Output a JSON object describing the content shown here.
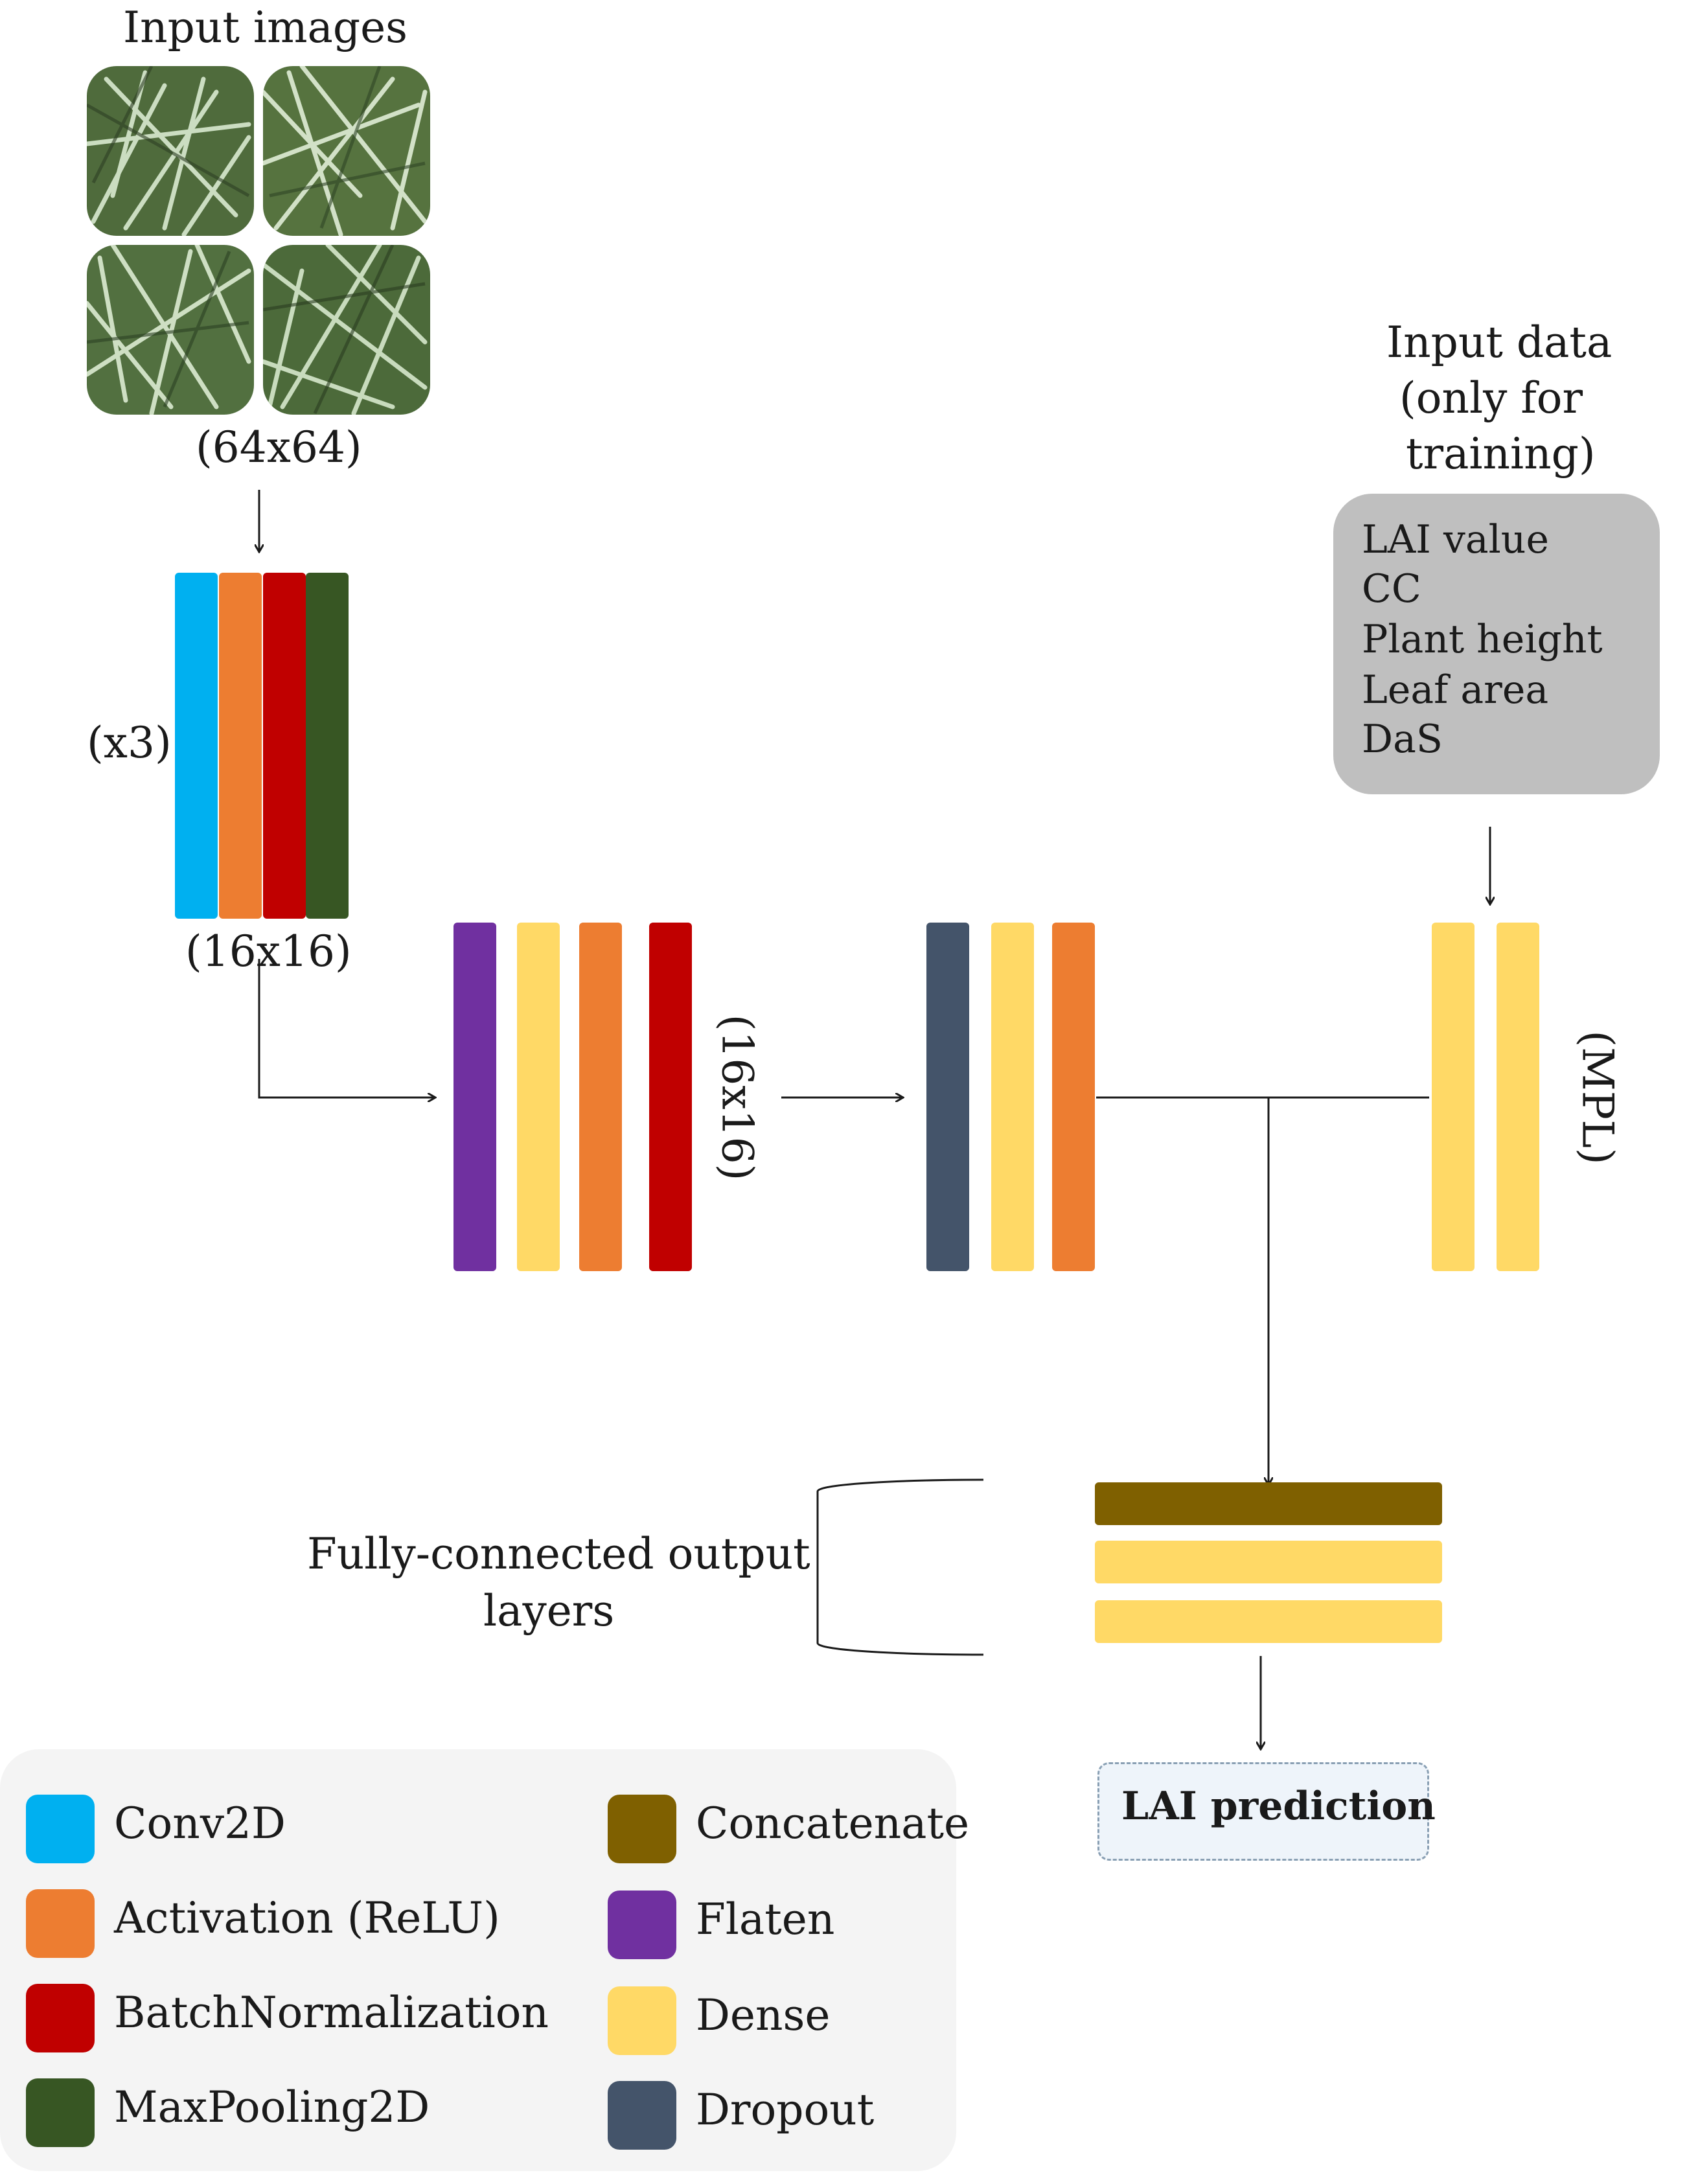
{
  "input_images": {
    "title": "Input images",
    "size_label": "(64x64)"
  },
  "conv_block": {
    "repeat_label": "(x3)",
    "size_label": "(16x16)"
  },
  "second_block": {
    "size_label": "(16x16)"
  },
  "input_data": {
    "title_lines": [
      "Input data",
      "(only for",
      "training)"
    ],
    "items": [
      "LAI value",
      "CC",
      "Plant height",
      "Leaf area",
      "DaS"
    ]
  },
  "mlp": {
    "label": "(MPL)"
  },
  "output": {
    "label_lines": [
      "Fully-connected output",
      "layers"
    ],
    "prediction": "LAI prediction"
  },
  "legend": [
    {
      "label": "Conv2D",
      "color": "#00b0f0"
    },
    {
      "label": "Activation (ReLU)",
      "color": "#ed7d31"
    },
    {
      "label": "BatchNormalization",
      "color": "#c00000"
    },
    {
      "label": "MaxPooling2D",
      "color": "#375623"
    },
    {
      "label": "Concatenate",
      "color": "#7f6000"
    },
    {
      "label": "Flaten",
      "color": "#7030a0"
    },
    {
      "label": "Dense",
      "color": "#ffd966"
    },
    {
      "label": "Dropout",
      "color": "#44546a"
    }
  ],
  "colors": {
    "conv2d": "#00b0f0",
    "relu": "#ed7d31",
    "batchnorm": "#c00000",
    "maxpool": "#375623",
    "concatenate": "#7f6000",
    "flatten": "#7030a0",
    "dense": "#ffd966",
    "dropout": "#44546a",
    "input_box": "#bfbfbf"
  }
}
